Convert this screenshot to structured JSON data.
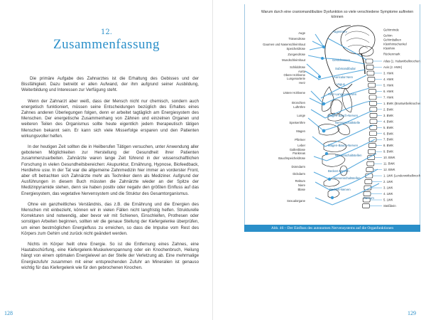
{
  "left_page": {
    "chapter_number": "12.",
    "chapter_title": "Zusammenfassung",
    "page_number": "128",
    "paragraphs": [
      "Die primäre Aufgabe des Zahnarztes ist die Erhaltung des Gebisses und der Bissfähigkeit. Dazu betreibt er allen Aufwand, der ihm aufgrund seiner Ausbildung, Weiterbildung und Interessen zur Verfügung steht.",
      "Wenn der Zahnarzt aber weiß, dass der Mensch nicht nur chemisch, sondern auch energetisch funktioniert, müssen seine Entscheidungen bezüglich des Erhaltes eines Zahnes anderen Überlegungen folgen, denn er arbeitet tagtäglich am Energiesystem des Menschen. Der energetische Zusammenhang von Zähnen und einzelnen Organen und weiteren Teilen des Organismus sollte heute eigentlich jedem therapeutisch tätigen Menschen bekannt sein. Er kann sich viele Misserfolge ersparen und den Patienten wirkungsvoller helfen.",
      "In der heutigen Zeit sollten die in Heilberufen Tätigen versuchen, unter Anwendung aller gebotenen Möglichkeiten zur Herstellung der Gesundheit ihrer Patienten zusammenzuarbeiten. Zahnärzte waren lange Zeit führend in der wissenschaftlichen Forschung in vielen Gesundheitsbereichen: Akupunktur, Ernährung, Hypnose, Biofeedback, Herdlehre usw. In der Tat war die allgemeine Zahnmedizin hier immer an vorderster Front, aber oft betrachten sich Zahnärzte mehr als Techniker denn als Mediziner. Aufgrund der Ausführungen in diesem Buch müssten die Zahnärzte wieder an der Spitze der Medizinpyramide stehen, denn sie haben positiv oder negativ den größten Einfluss auf das Energiesystem, das vegetative Nervensystem und die Struktur des Gesamtorganismus.",
      "Ohne ein ganzheitliches Verständnis, das z.B. die Ernährung und die Energien des Menschen mit einbezieht, können wir in vielen Fällen nicht langfristig helfen. Strukturelle Korrekturen sind notwendig, aber bevor wir mit Schienen, Einschleifen, Prothesen oder sonstigen Arbeiten beginnen, sollten wir die genaue Stellung der Kiefergelenke überprüfen, um einen bestmöglichen Energiefluss zu erreichen, so dass die Impulse vom Rest des Körpers zum Gehirn und zurück nicht geändert werden.",
      "Nichts im Körper heilt ohne Energie. So ist die Entfernung eines Zahnes, eine Hautabschürfung, eine Kiefergelenk-Muskelverspannung oder ein Knochenbruch, Heilung hängt von einem optimalen Energielevel an der Stelle der Verletzung ab. Eine mehrmalige Energiezufuhr zusammen mit einer entsprechenden Zufuhr an Mineralien ist genauso wichtig für das Kiefergelenk wie für den gebrochenen Knochen."
    ]
  },
  "right_page": {
    "page_number": "129",
    "caption_top": "Warum durch eine craniomandibuläre Dysfunktion so viele verschiedene Symptome auftreten können",
    "caption_bottom": "Abb. 46 – Der Einfluss des autonomen Nervensystems auf die Organfunktionen",
    "organ_labels": [
      "Auge",
      "Tränendrüse",
      "Gaumen und Nasenschleimhaut",
      "Speicheldrüse",
      "Zungendrüse",
      "Mundschleimhaut",
      "Schilddrüse",
      "Aorta",
      "Obere Hohlvene",
      "Lungenarterie",
      "Herz",
      "Untere Hohlvene",
      "Bronchien",
      "Luftröhre",
      "Lunge",
      "Speiseröhre",
      "Magen",
      "Pförtner",
      "Leber",
      "Gallenblase",
      "Pankreas",
      "Bauchspeicheldrüse",
      "Dünndarm",
      "Dickdarm",
      "Rektum",
      "Niere",
      "Blase",
      "Sexualorgane"
    ],
    "nerve_labels": [
      "Augennerv",
      "Gesichtsnerv",
      "Submandibular",
      "Auricular",
      "Nerv",
      "Vagus",
      "Herz-Lungen-Nerven",
      "Magen-Bauch-Nerven",
      "Nervenschaltstelle",
      "Magen-Bauch-Nerven",
      "Nervenschaltstellen",
      "Becken-Nerven",
      "Nervenschaltstellen",
      "Becken-Nerven",
      "Sacrum"
    ],
    "spine_labels": [
      "Gehirnrinde",
      "Gehirn",
      "Gehirnbalken",
      "Kleinhirnschenkel",
      "Kleinhirn",
      "Rückenmark",
      "Atlas (1. Halswirbelknochen)",
      "Axis (2. HWK)",
      "3. HWK",
      "4. HWK",
      "5. HWK",
      "6. HWK",
      "7. HWK",
      "1. BWK (Brustwirbelknochen)",
      "2. BWK",
      "3. BWK",
      "4. BWK",
      "5. BWK",
      "6. BWK",
      "7. BWK",
      "8. BWK",
      "9. BWK",
      "10. BWK",
      "11. BWK",
      "12. BWK",
      "1. LWK (Lendenwirbelknochen)",
      "2. LWK",
      "3. LWK",
      "4. LWK",
      "5. LWK",
      "Steißbein"
    ],
    "colors": {
      "accent": "#2a8fc9",
      "nerve": "#3a9bd8",
      "line": "#111111"
    }
  }
}
